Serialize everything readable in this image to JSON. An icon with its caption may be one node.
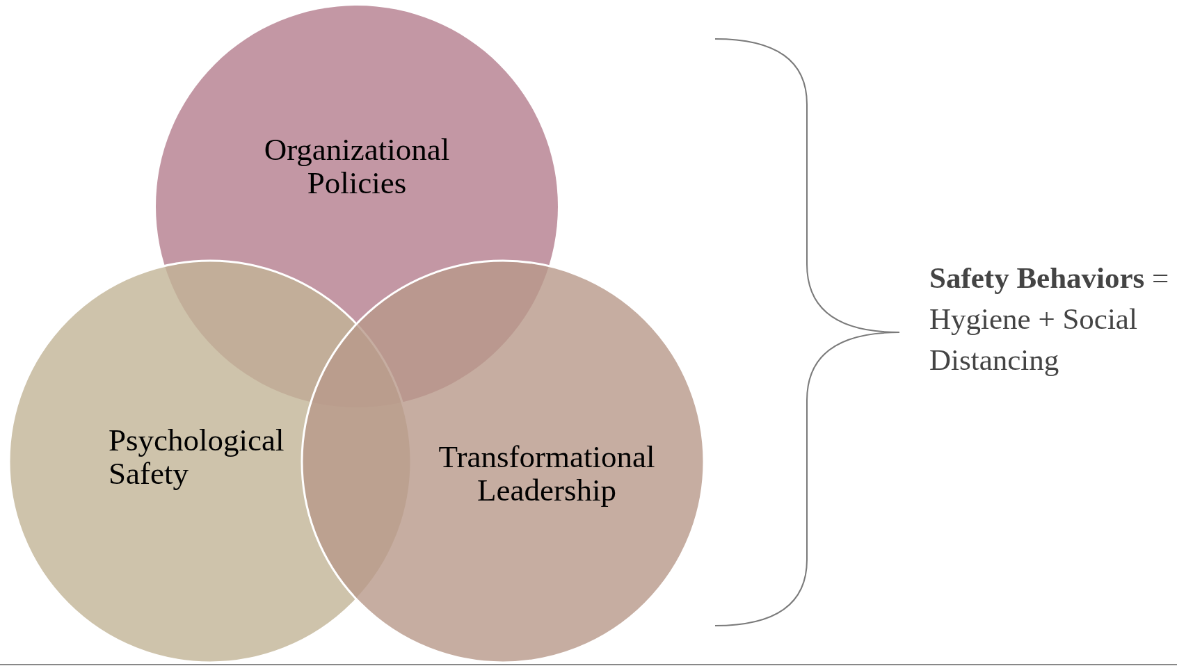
{
  "diagram": {
    "nodes": [
      {
        "text": [
          "Organizational Policies"
        ]
      },
      {
        "text": [
          "Psychological Safety"
        ]
      },
      {
        "text": [
          "Transformational Leadership"
        ]
      }
    ],
    "labels": [
      "**Safety Behaviors** = Hygiene + Social Distancing"
    ]
  }
}
